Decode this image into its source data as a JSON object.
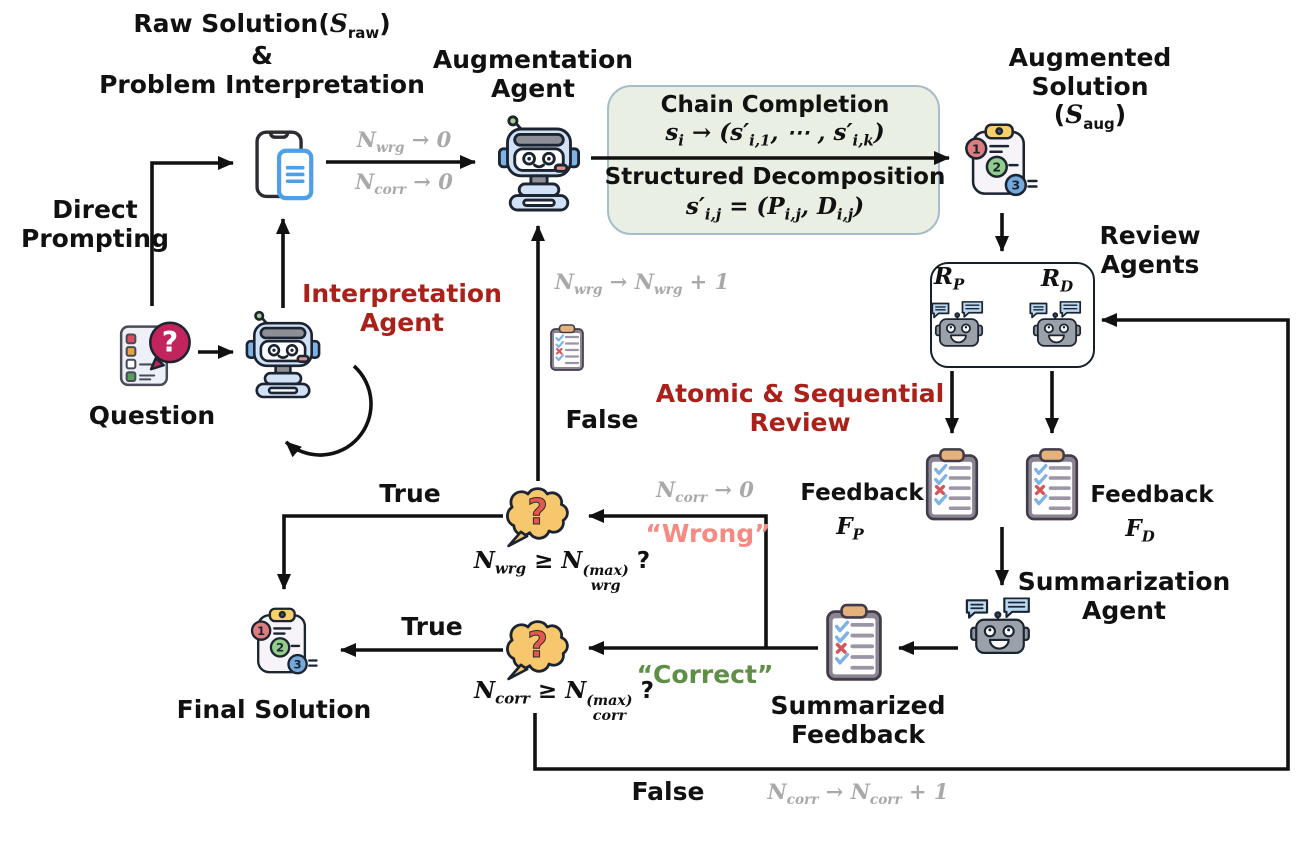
{
  "colors": {
    "accent_red": "#ab211a",
    "wrong_salmon": "#f48a82",
    "correct_green": "#5f8e46",
    "gray_math": "#a9a9a9",
    "green_box_fill": "#e9efe2",
    "green_box_border": "#a9bccb",
    "thought_bubble": "#f6c76d"
  },
  "nodes": {
    "raw_solution_title": "Raw Solution(<i>S</i><sub>raw</sub>)<br>&amp;<br>Problem Interpretation",
    "direct_prompting": "Direct\nPrompting",
    "question": "Question",
    "interpretation_agent": "Interpretation\nAgent",
    "augmentation_agent": "Augmentation\nAgent",
    "augmented_solution": "Augmented Solution<br>(<i>S</i><sub>aug</sub>)",
    "review_agents": "Review\nAgents",
    "reviewer_p": "<i>R</i><sub>P</sub>",
    "reviewer_d": "<i>R</i><sub>D</sub>",
    "atomic_review": "Atomic & Sequential\nReview",
    "feedback_p_title": "Feedback",
    "feedback_p_symbol": "<i>F</i><sub>P</sub>",
    "feedback_d_title": "Feedback",
    "feedback_d_symbol": "<i>F</i><sub>D</sub>",
    "summarization_agent": "Summarization\nAgent",
    "summarized_feedback": "Summarized\nFeedback",
    "final_solution": "Final Solution"
  },
  "green_box": {
    "chain_title": "Chain Completion",
    "chain_formula": "<i>s</i><sub>i</sub> → (<i>s</i>′<sub>i,1</sub>, ⋯ , <i>s</i>′<sub>i,k</sub>)",
    "decomp_title": "Structured Decomposition",
    "decomp_formula": "<i>s</i>′<sub>i,j</sub> = (<i>P</i><sub>i,j</sub>, <i>D</i><sub>i,j</sub>)"
  },
  "counters": {
    "n_wrg_init": "<i>N</i><sub>wrg</sub> → 0",
    "n_corr_init": "<i>N</i><sub>corr</sub> → 0",
    "n_wrg_inc": "<i>N</i><sub>wrg</sub> → <i>N</i><sub>wrg</sub> + 1",
    "n_corr_reset": "<i>N</i><sub>corr</sub> → 0",
    "n_corr_inc": "<i>N</i><sub>corr</sub> → <i>N</i><sub>corr</sub> + 1"
  },
  "decisions": {
    "wrong_check": "<i>N</i><sub>wrg</sub> ≥ <i>N</i><span class='stk'><span>(max)</span><span>wrg</span></span> <span class='up'>?</span>",
    "correct_check": "<i>N</i><sub>corr</sub> ≥ <i>N</i><span class='stk'><span>(max)</span><span>corr</span></span> <span class='up'>?</span>"
  },
  "edge_labels": {
    "true_wrong": "True",
    "true_correct": "True",
    "false_wrong": "False",
    "false_correct": "False",
    "wrong": "“Wrong”",
    "correct": "“Correct”"
  }
}
